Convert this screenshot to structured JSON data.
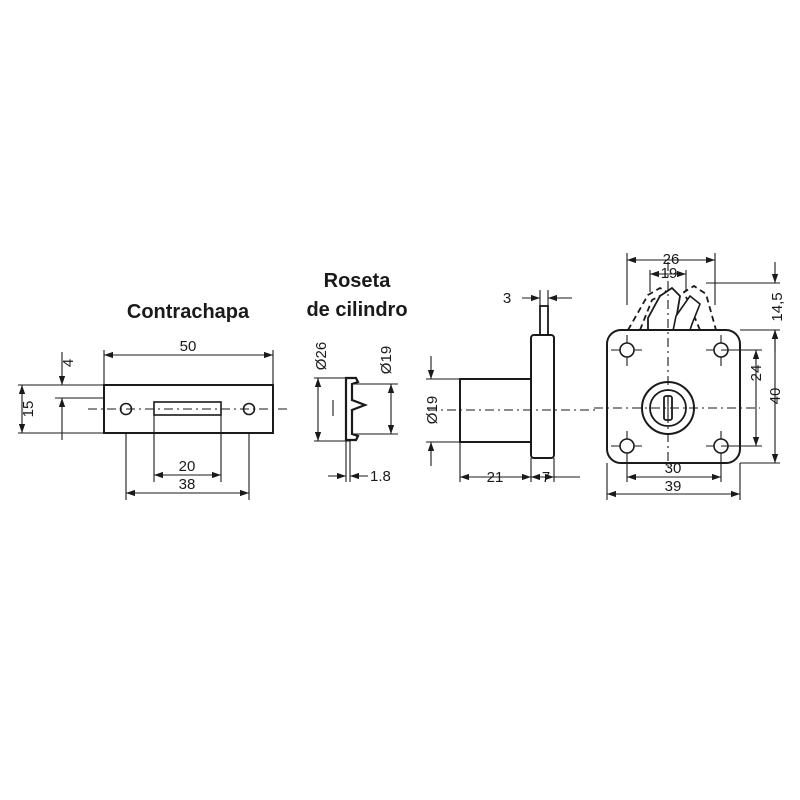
{
  "titles": {
    "strike_plate": "Contrachapa",
    "rosette_line1": "Roseta",
    "rosette_line2": "de cilindro"
  },
  "strike_plate_dims": {
    "length": "50",
    "height": "15",
    "edge_offset": "4",
    "slot_width": "20",
    "hole_spacing": "38"
  },
  "rosette_dims": {
    "outer_diameter": "Ø26",
    "inner_diameter": "Ø19",
    "thickness": "1.8"
  },
  "side_view_dims": {
    "bolt_width": "3",
    "cylinder_diameter": "Ø19",
    "cylinder_length": "21",
    "body_thickness": "7"
  },
  "front_view_dims": {
    "bolt_travel_outer": "26",
    "bolt_travel_inner": "19",
    "bolt_projection": "14,5",
    "hole_spacing_vertical": "24",
    "body_height": "40",
    "hole_spacing_horizontal": "30",
    "body_width": "39"
  },
  "colors": {
    "line": "#1a1a1a",
    "background": "#ffffff"
  }
}
